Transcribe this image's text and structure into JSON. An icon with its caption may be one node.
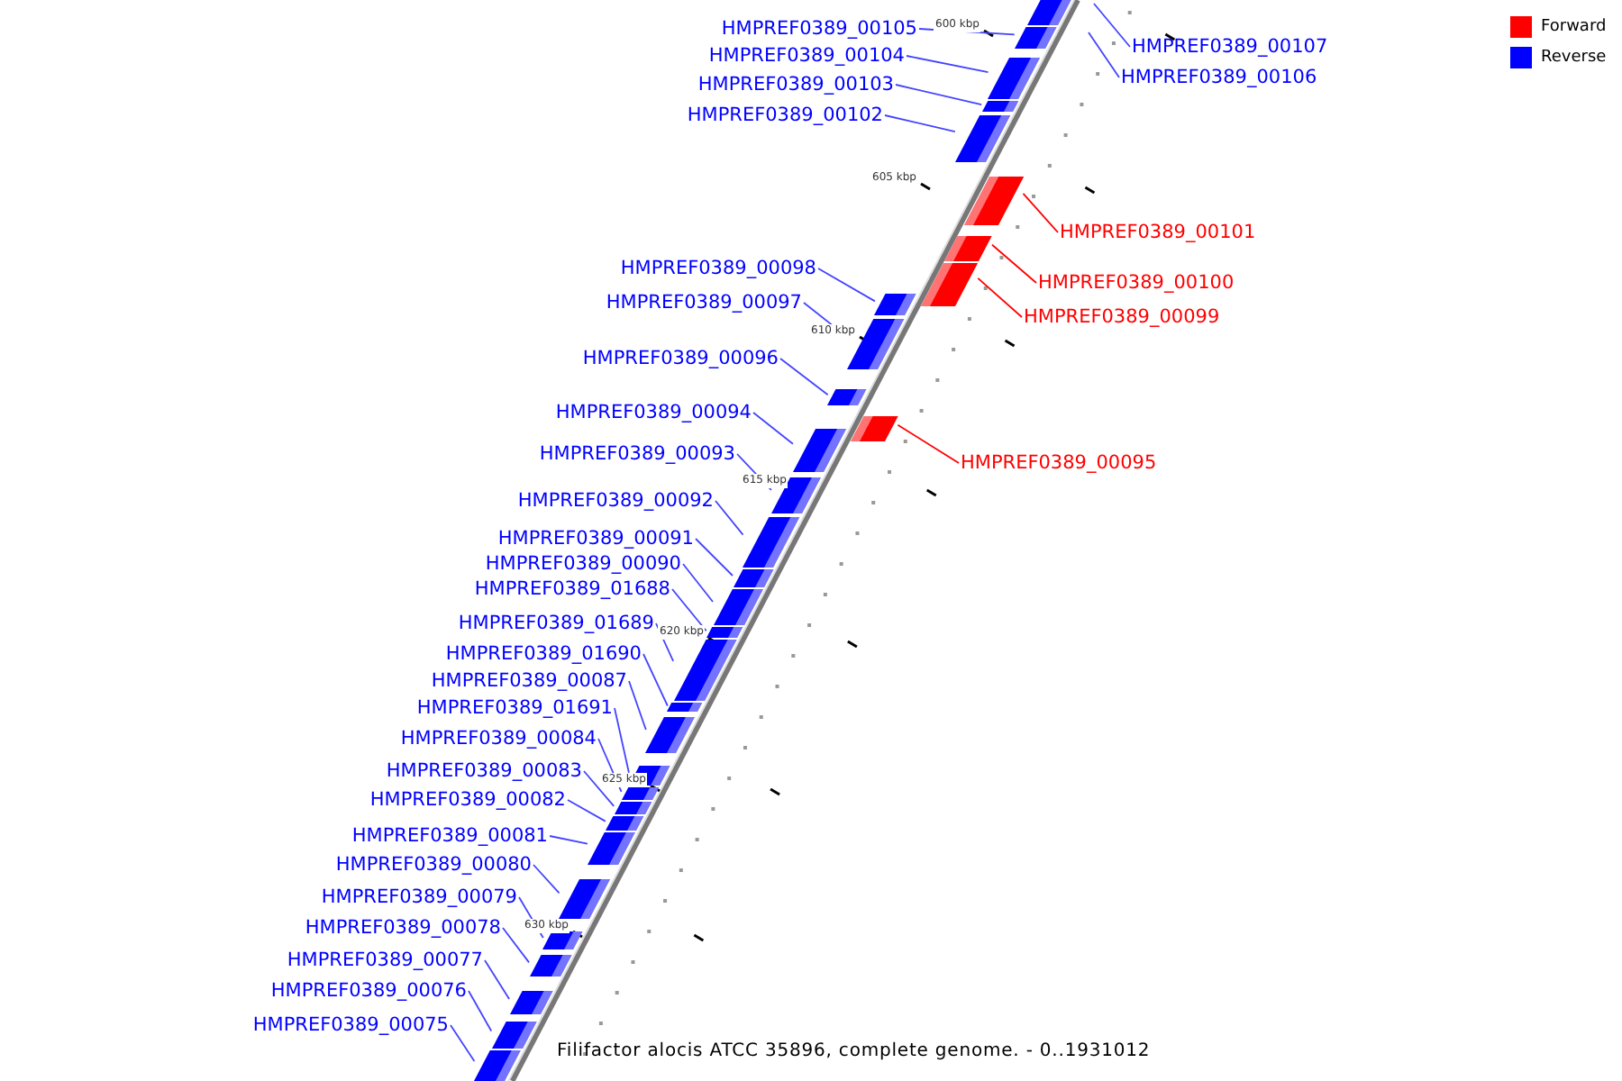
{
  "diagram": {
    "caption": "Filifactor alocis ATCC 35896, complete genome. - 0..1931012",
    "nodes": [
      {
        "text": [],
        "shape": "bar"
      },
      {
        "text": [
          "HMPREF0389_00105"
        ]
      },
      {
        "text": [],
        "shape": "bar"
      },
      {
        "text": [
          "HMPREF0389_00107"
        ]
      },
      {
        "text": [
          "HMPREF0389_00104"
        ]
      },
      {
        "text": [],
        "shape": "bar"
      },
      {
        "text": [
          "HMPREF0389_00106"
        ]
      },
      {
        "text": [
          "HMPREF0389_00103"
        ]
      },
      {
        "text": [],
        "shape": "bar"
      },
      {
        "text": [
          "HMPREF0389_00102"
        ]
      },
      {
        "text": [],
        "shape": "bar"
      },
      {
        "text": [
          "HMPREF0389_00101"
        ]
      },
      {
        "text": [],
        "shape": "bar"
      },
      {
        "text": [
          "HMPREF0389_00098"
        ]
      },
      {
        "text": [],
        "shape": "bar"
      },
      {
        "text": [
          "HMPREF0389_00100"
        ]
      },
      {
        "text": [],
        "shape": "bar"
      },
      {
        "text": [
          "HMPREF0389_00097"
        ]
      },
      {
        "text": [],
        "shape": "bar"
      },
      {
        "text": [
          "HMPREF0389_00099"
        ]
      },
      {
        "text": [],
        "shape": "bar"
      },
      {
        "text": [
          "HMPREF0389_00096"
        ]
      },
      {
        "text": [],
        "shape": "bar"
      },
      {
        "text": [
          "HMPREF0389_00094"
        ]
      },
      {
        "text": [],
        "shape": "bar"
      },
      {
        "text": [
          "HMPREF0389_00093"
        ]
      },
      {
        "text": [],
        "shape": "bar"
      },
      {
        "text": [
          "HMPREF0389_00095"
        ]
      },
      {
        "text": [],
        "shape": "bar"
      },
      {
        "text": [
          "HMPREF0389_00092"
        ]
      },
      {
        "text": [],
        "shape": "bar"
      },
      {
        "text": [
          "HMPREF0389_00091"
        ]
      },
      {
        "text": [],
        "shape": "bar"
      },
      {
        "text": [
          "HMPREF0389_00090"
        ]
      },
      {
        "text": [],
        "shape": "bar"
      },
      {
        "text": [
          "HMPREF0389_01688"
        ]
      },
      {
        "text": [],
        "shape": "bar"
      },
      {
        "text": [
          "HMPREF0389_01689"
        ]
      },
      {
        "text": [],
        "shape": "bar"
      },
      {
        "text": [
          "HMPREF0389_01690"
        ]
      },
      {
        "text": [],
        "shape": "bar"
      },
      {
        "text": [
          "HMPREF0389_00087"
        ]
      },
      {
        "text": [],
        "shape": "bar"
      },
      {
        "text": [
          "HMPREF0389_01691"
        ]
      },
      {
        "text": [],
        "shape": "bar"
      },
      {
        "text": [
          "HMPREF0389_00084"
        ]
      },
      {
        "text": [],
        "shape": "bar"
      },
      {
        "text": [
          "HMPREF0389_00083"
        ]
      },
      {
        "text": [],
        "shape": "bar"
      },
      {
        "text": [
          "HMPREF0389_00082"
        ]
      },
      {
        "text": [],
        "shape": "bar"
      },
      {
        "text": [
          "HMPREF0389_00081"
        ]
      },
      {
        "text": [],
        "shape": "bar"
      },
      {
        "text": [
          "HMPREF0389_00080"
        ]
      },
      {
        "text": [],
        "shape": "bar"
      },
      {
        "text": [
          "HMPREF0389_00079"
        ]
      },
      {
        "text": [],
        "shape": "bar"
      },
      {
        "text": [
          "HMPREF0389_00078"
        ]
      },
      {
        "text": [],
        "shape": "bar"
      },
      {
        "text": [
          "HMPREF0389_00077"
        ]
      },
      {
        "text": [],
        "shape": "bar"
      },
      {
        "text": [
          "HMPREF0389_00076"
        ]
      },
      {
        "text": [],
        "shape": "bar"
      },
      {
        "text": [
          "HMPREF0389_00075"
        ]
      },
      {
        "text": [],
        "shape": "bar"
      }
    ],
    "edges": [
      {
        "from": 1,
        "to": 2,
        "arrow": "none"
      },
      {
        "from": 3,
        "to": null,
        "arrow": "none"
      },
      {
        "from": 4,
        "to": 5,
        "arrow": "none"
      },
      {
        "from": 6,
        "to": null,
        "arrow": "none"
      },
      {
        "from": 7,
        "to": 8,
        "arrow": "none"
      },
      {
        "from": 9,
        "to": 10,
        "arrow": "none"
      },
      {
        "from": 11,
        "to": 12,
        "arrow": "none",
        "color": "#ff0000"
      },
      {
        "from": 13,
        "to": 14,
        "arrow": "none"
      },
      {
        "from": 15,
        "to": 16,
        "arrow": "none",
        "color": "#ff0000"
      },
      {
        "from": 17,
        "to": 18,
        "arrow": "none"
      },
      {
        "from": 19,
        "to": 20,
        "arrow": "none",
        "color": "#ff0000"
      },
      {
        "from": 21,
        "to": 22,
        "arrow": "none"
      },
      {
        "from": 23,
        "to": 24,
        "arrow": "none"
      },
      {
        "from": 25,
        "to": 26,
        "arrow": "none"
      },
      {
        "from": 27,
        "to": 28,
        "arrow": "none",
        "color": "#ff0000"
      },
      {
        "from": 29,
        "to": 30,
        "arrow": "none"
      },
      {
        "from": 31,
        "to": 32,
        "arrow": "none"
      },
      {
        "from": 33,
        "to": 34,
        "arrow": "none"
      },
      {
        "from": 35,
        "to": 36,
        "arrow": "none"
      },
      {
        "from": 37,
        "to": 38,
        "arrow": "none"
      },
      {
        "from": 39,
        "to": 40,
        "arrow": "none"
      },
      {
        "from": 41,
        "to": 42,
        "arrow": "none"
      },
      {
        "from": 43,
        "to": 44,
        "arrow": "none"
      },
      {
        "from": 45,
        "to": 46,
        "arrow": "none"
      },
      {
        "from": 47,
        "to": 48,
        "arrow": "none"
      },
      {
        "from": 49,
        "to": 50,
        "arrow": "none"
      },
      {
        "from": 51,
        "to": 52,
        "arrow": "none"
      },
      {
        "from": 53,
        "to": 54,
        "arrow": "none"
      },
      {
        "from": 55,
        "to": 56,
        "arrow": "none"
      },
      {
        "from": 57,
        "to": 58,
        "arrow": "none"
      },
      {
        "from": 59,
        "to": 60,
        "arrow": "none"
      },
      {
        "from": 61,
        "to": 62,
        "arrow": "none"
      },
      {
        "from": 63,
        "to": 64,
        "arrow": "none"
      }
    ],
    "labels": [
      "600 kbp",
      "605 kbp",
      "610 kbp",
      "615 kbp",
      "620 kbp",
      "625 kbp",
      "630 kbp"
    ],
    "legend": [
      {
        "text": "Forward",
        "color": "#ff0000"
      },
      {
        "text": "Reverse",
        "color": "#0000ff"
      }
    ]
  }
}
